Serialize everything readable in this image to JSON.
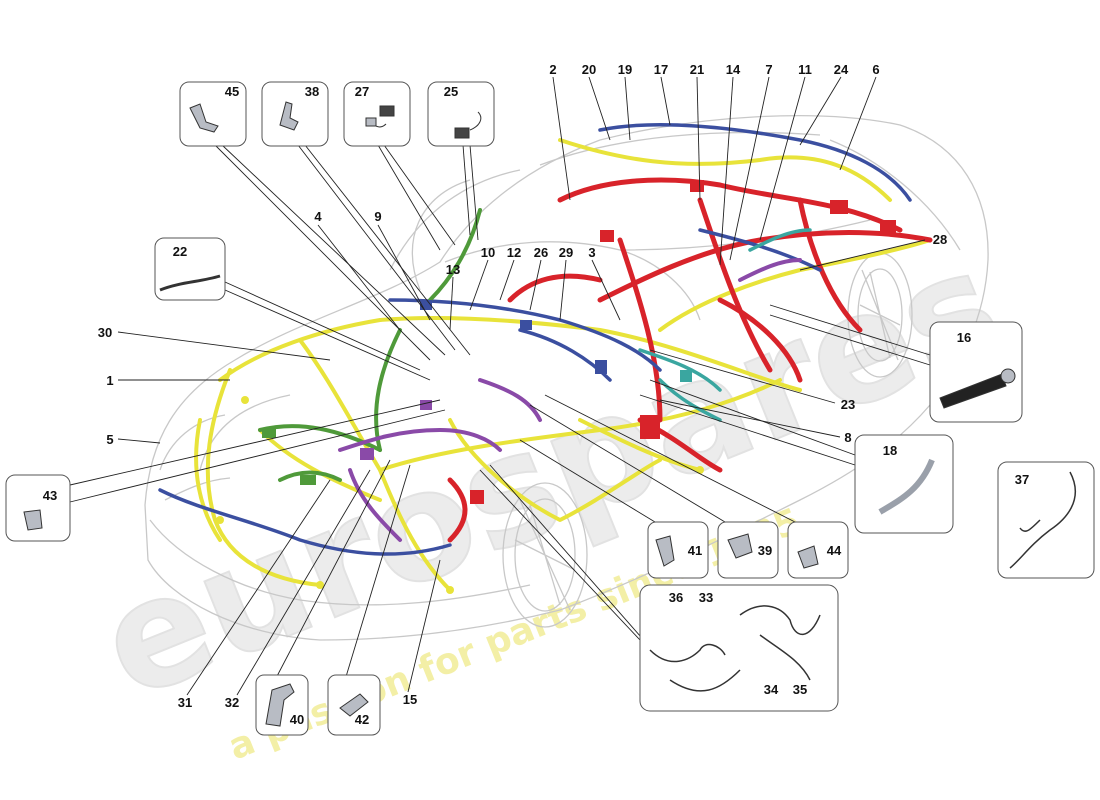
{
  "watermark": {
    "brand": "eurospares",
    "tagline": "a passion for parts since 1985"
  },
  "part_numbers": [
    "1",
    "2",
    "3",
    "4",
    "5",
    "6",
    "7",
    "8",
    "9",
    "10",
    "11",
    "12",
    "13",
    "14",
    "15",
    "16",
    "17",
    "18",
    "19",
    "20",
    "21",
    "22",
    "23",
    "24",
    "25",
    "26",
    "27",
    "28",
    "29",
    "30",
    "31",
    "32",
    "33",
    "34",
    "35",
    "36",
    "37",
    "38",
    "39",
    "40",
    "41",
    "42",
    "43",
    "44",
    "45"
  ],
  "colors": {
    "wire_yellow": "#e8e33a",
    "wire_red": "#d8232a",
    "wire_blue": "#3b4fa0",
    "wire_green": "#4f9a3a",
    "wire_purple": "#8a4aa8",
    "wire_teal": "#3aa6a0",
    "car_outline": "#c9c9c9",
    "watermark": "#e6e6e6",
    "watermark_tagline": "#f2ee9a",
    "detail_box_border": "#555555",
    "leader_line": "#222222"
  },
  "icons": {
    "bracket": "bracket-icon",
    "connector": "connector-icon",
    "cable": "cable-icon",
    "tube": "tube-icon"
  }
}
